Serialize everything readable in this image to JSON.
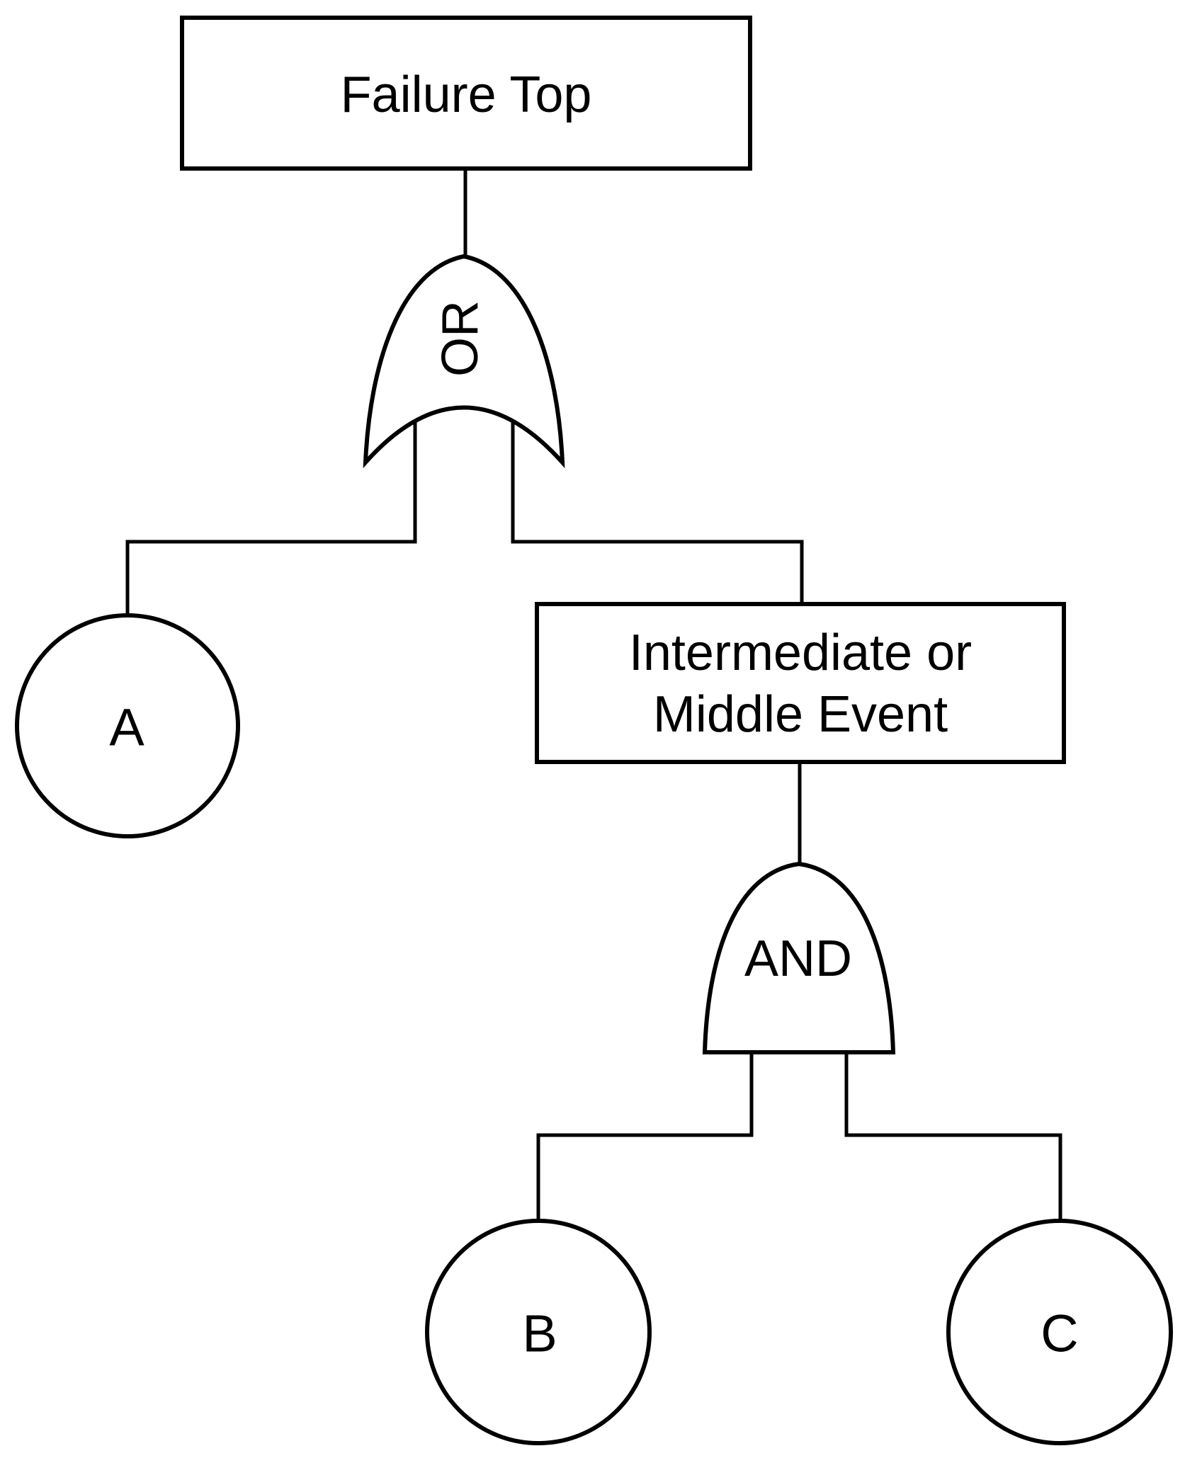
{
  "diagram": {
    "kind": "fault-tree",
    "colors": {
      "background": "#ffffff",
      "stroke": "#000000",
      "text": "#000000"
    },
    "nodes": {
      "top_event": {
        "label": "Failure Top",
        "shape": "rectangle"
      },
      "or_gate": {
        "label": "OR",
        "shape": "or-gate"
      },
      "basic_event_a": {
        "label": "A",
        "shape": "circle"
      },
      "intermediate_event": {
        "label_line1": "Intermediate or",
        "label_line2": "Middle Event",
        "shape": "rectangle"
      },
      "and_gate": {
        "label": "AND",
        "shape": "and-gate"
      },
      "basic_event_b": {
        "label": "B",
        "shape": "circle"
      },
      "basic_event_c": {
        "label": "C",
        "shape": "circle"
      }
    },
    "edges": [
      [
        "top_event",
        "or_gate"
      ],
      [
        "or_gate",
        "basic_event_a"
      ],
      [
        "or_gate",
        "intermediate_event"
      ],
      [
        "intermediate_event",
        "and_gate"
      ],
      [
        "and_gate",
        "basic_event_b"
      ],
      [
        "and_gate",
        "basic_event_c"
      ]
    ]
  }
}
